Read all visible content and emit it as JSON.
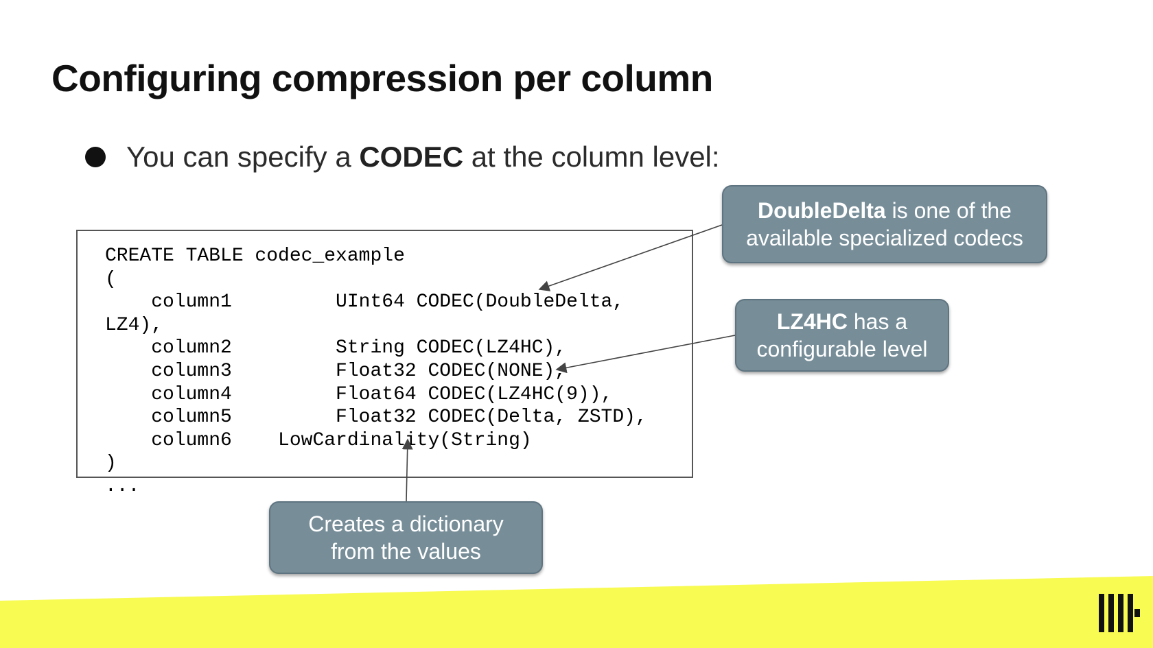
{
  "slide": {
    "title": "Configuring compression per column",
    "bullet": {
      "prefix": "You can specify a ",
      "emphasis": "CODEC",
      "suffix": " at the column level:"
    }
  },
  "code": {
    "lines": [
      "CREATE TABLE codec_example",
      "(",
      "    column1         UInt64 CODEC(DoubleDelta,",
      "LZ4),",
      "    column2         String CODEC(LZ4HC),",
      "    column3         Float32 CODEC(NONE),",
      "    column4         Float64 CODEC(LZ4HC(9)),",
      "    column5         Float32 CODEC(Delta, ZSTD),",
      "    column6    LowCardinality(String)",
      ")",
      "..."
    ]
  },
  "callouts": {
    "doubledelta": {
      "bold": "DoubleDelta",
      "line1_rest": " is one of the",
      "line2": "available specialized codecs"
    },
    "lz4hc": {
      "bold": "LZ4HC",
      "line1_rest": " has a",
      "line2": "configurable level"
    },
    "lowcardinality": {
      "line1": "Creates a dictionary",
      "line2": "from the values"
    }
  },
  "colors": {
    "callout_fill": "#778e99",
    "footer_band": "#f8fb52",
    "arrow": "#444444"
  },
  "icons": {
    "brand_logo": "clickhouse-logo-icon"
  }
}
